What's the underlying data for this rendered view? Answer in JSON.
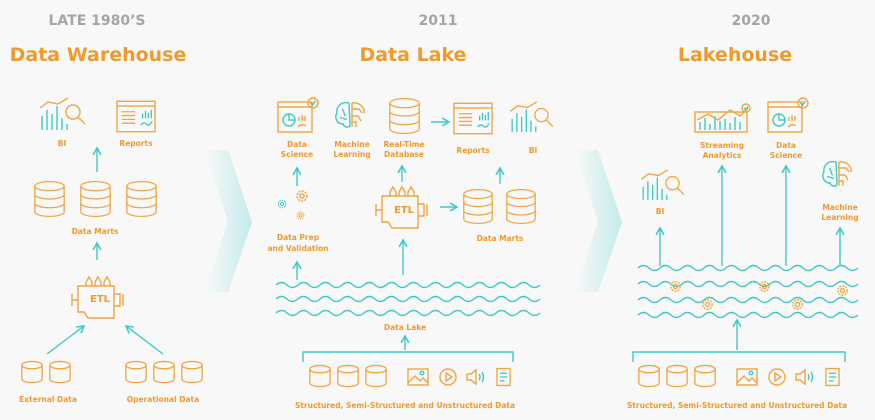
{
  "eras": [
    {
      "era": "LATE 1980’S",
      "title": "Data Warehouse",
      "labels": {
        "bi": "BI",
        "reports": "Reports",
        "data_marts": "Data Marts",
        "etl": "ETL",
        "external": "External Data",
        "operational": "Operational Data"
      }
    },
    {
      "era": "2011",
      "title": "Data Lake",
      "labels": {
        "ds1": "Data",
        "ds2": "Science",
        "ml1": "Machine",
        "ml2": "Learning",
        "rt1": "Real-Time",
        "rt2": "Database",
        "reports": "Reports",
        "bi": "BI",
        "prep1": "Data Prep",
        "prep2": "and Validation",
        "etl": "ETL",
        "data_marts": "Data Marts",
        "lake": "Data Lake",
        "sources": "Structured, Semi-Structured and Unstructured Data"
      }
    },
    {
      "era": "2020",
      "title": "Lakehouse",
      "labels": {
        "bi": "BI",
        "sa1": "Streaming",
        "sa2": "Analytics",
        "ds1": "Data",
        "ds2": "Science",
        "ml1": "Machine",
        "ml2": "Learning",
        "sources": "Structured, Semi-Structured and Unstructured Data"
      }
    }
  ],
  "colors": {
    "orange": "#ee9a2e",
    "teal": "#3fc9c6",
    "gray": "#a5a5a5",
    "background": "#f8f8f8"
  }
}
